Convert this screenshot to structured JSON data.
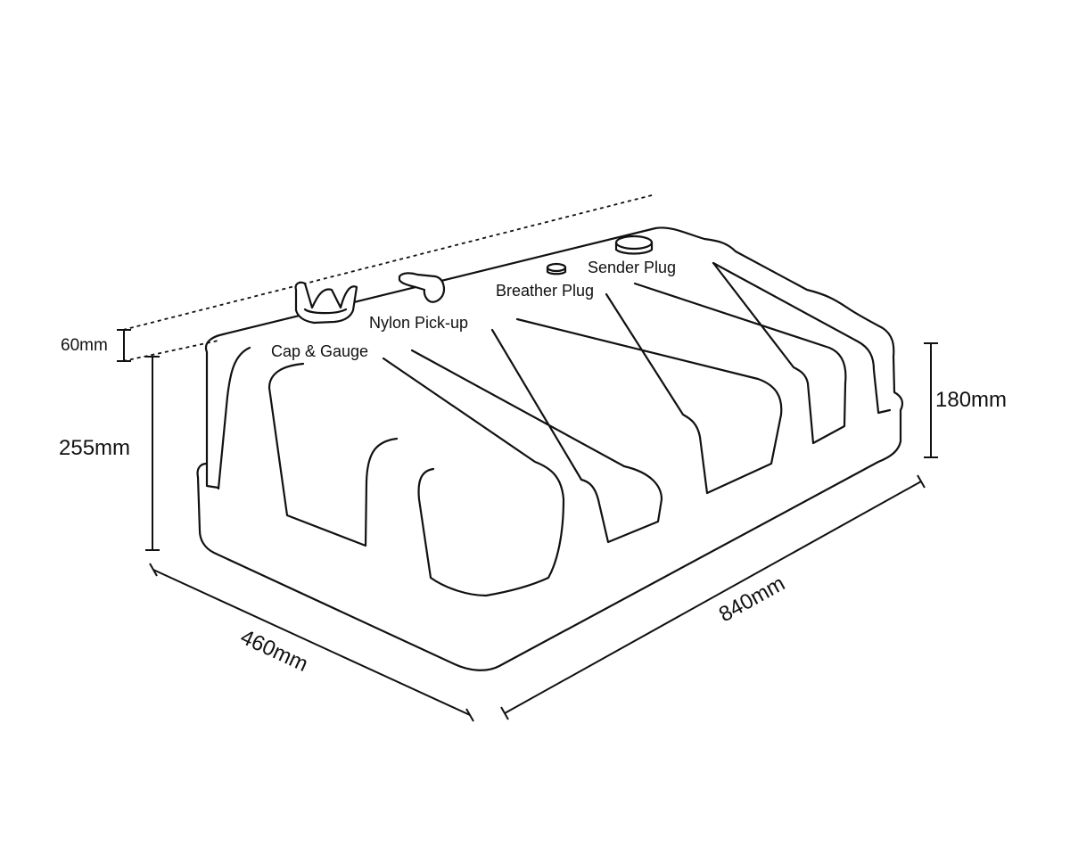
{
  "labels": {
    "cap_gauge": "Cap & Gauge",
    "nylon_pickup": "Nylon Pick-up",
    "breather_plug": "Breather Plug",
    "sender_plug": "Sender Plug"
  },
  "dimensions": {
    "top_offset": "60mm",
    "front_height": "255mm",
    "side_height": "180mm",
    "width": "460mm",
    "length": "840mm"
  },
  "colors": {
    "stroke": "#111111",
    "background": "#ffffff"
  }
}
